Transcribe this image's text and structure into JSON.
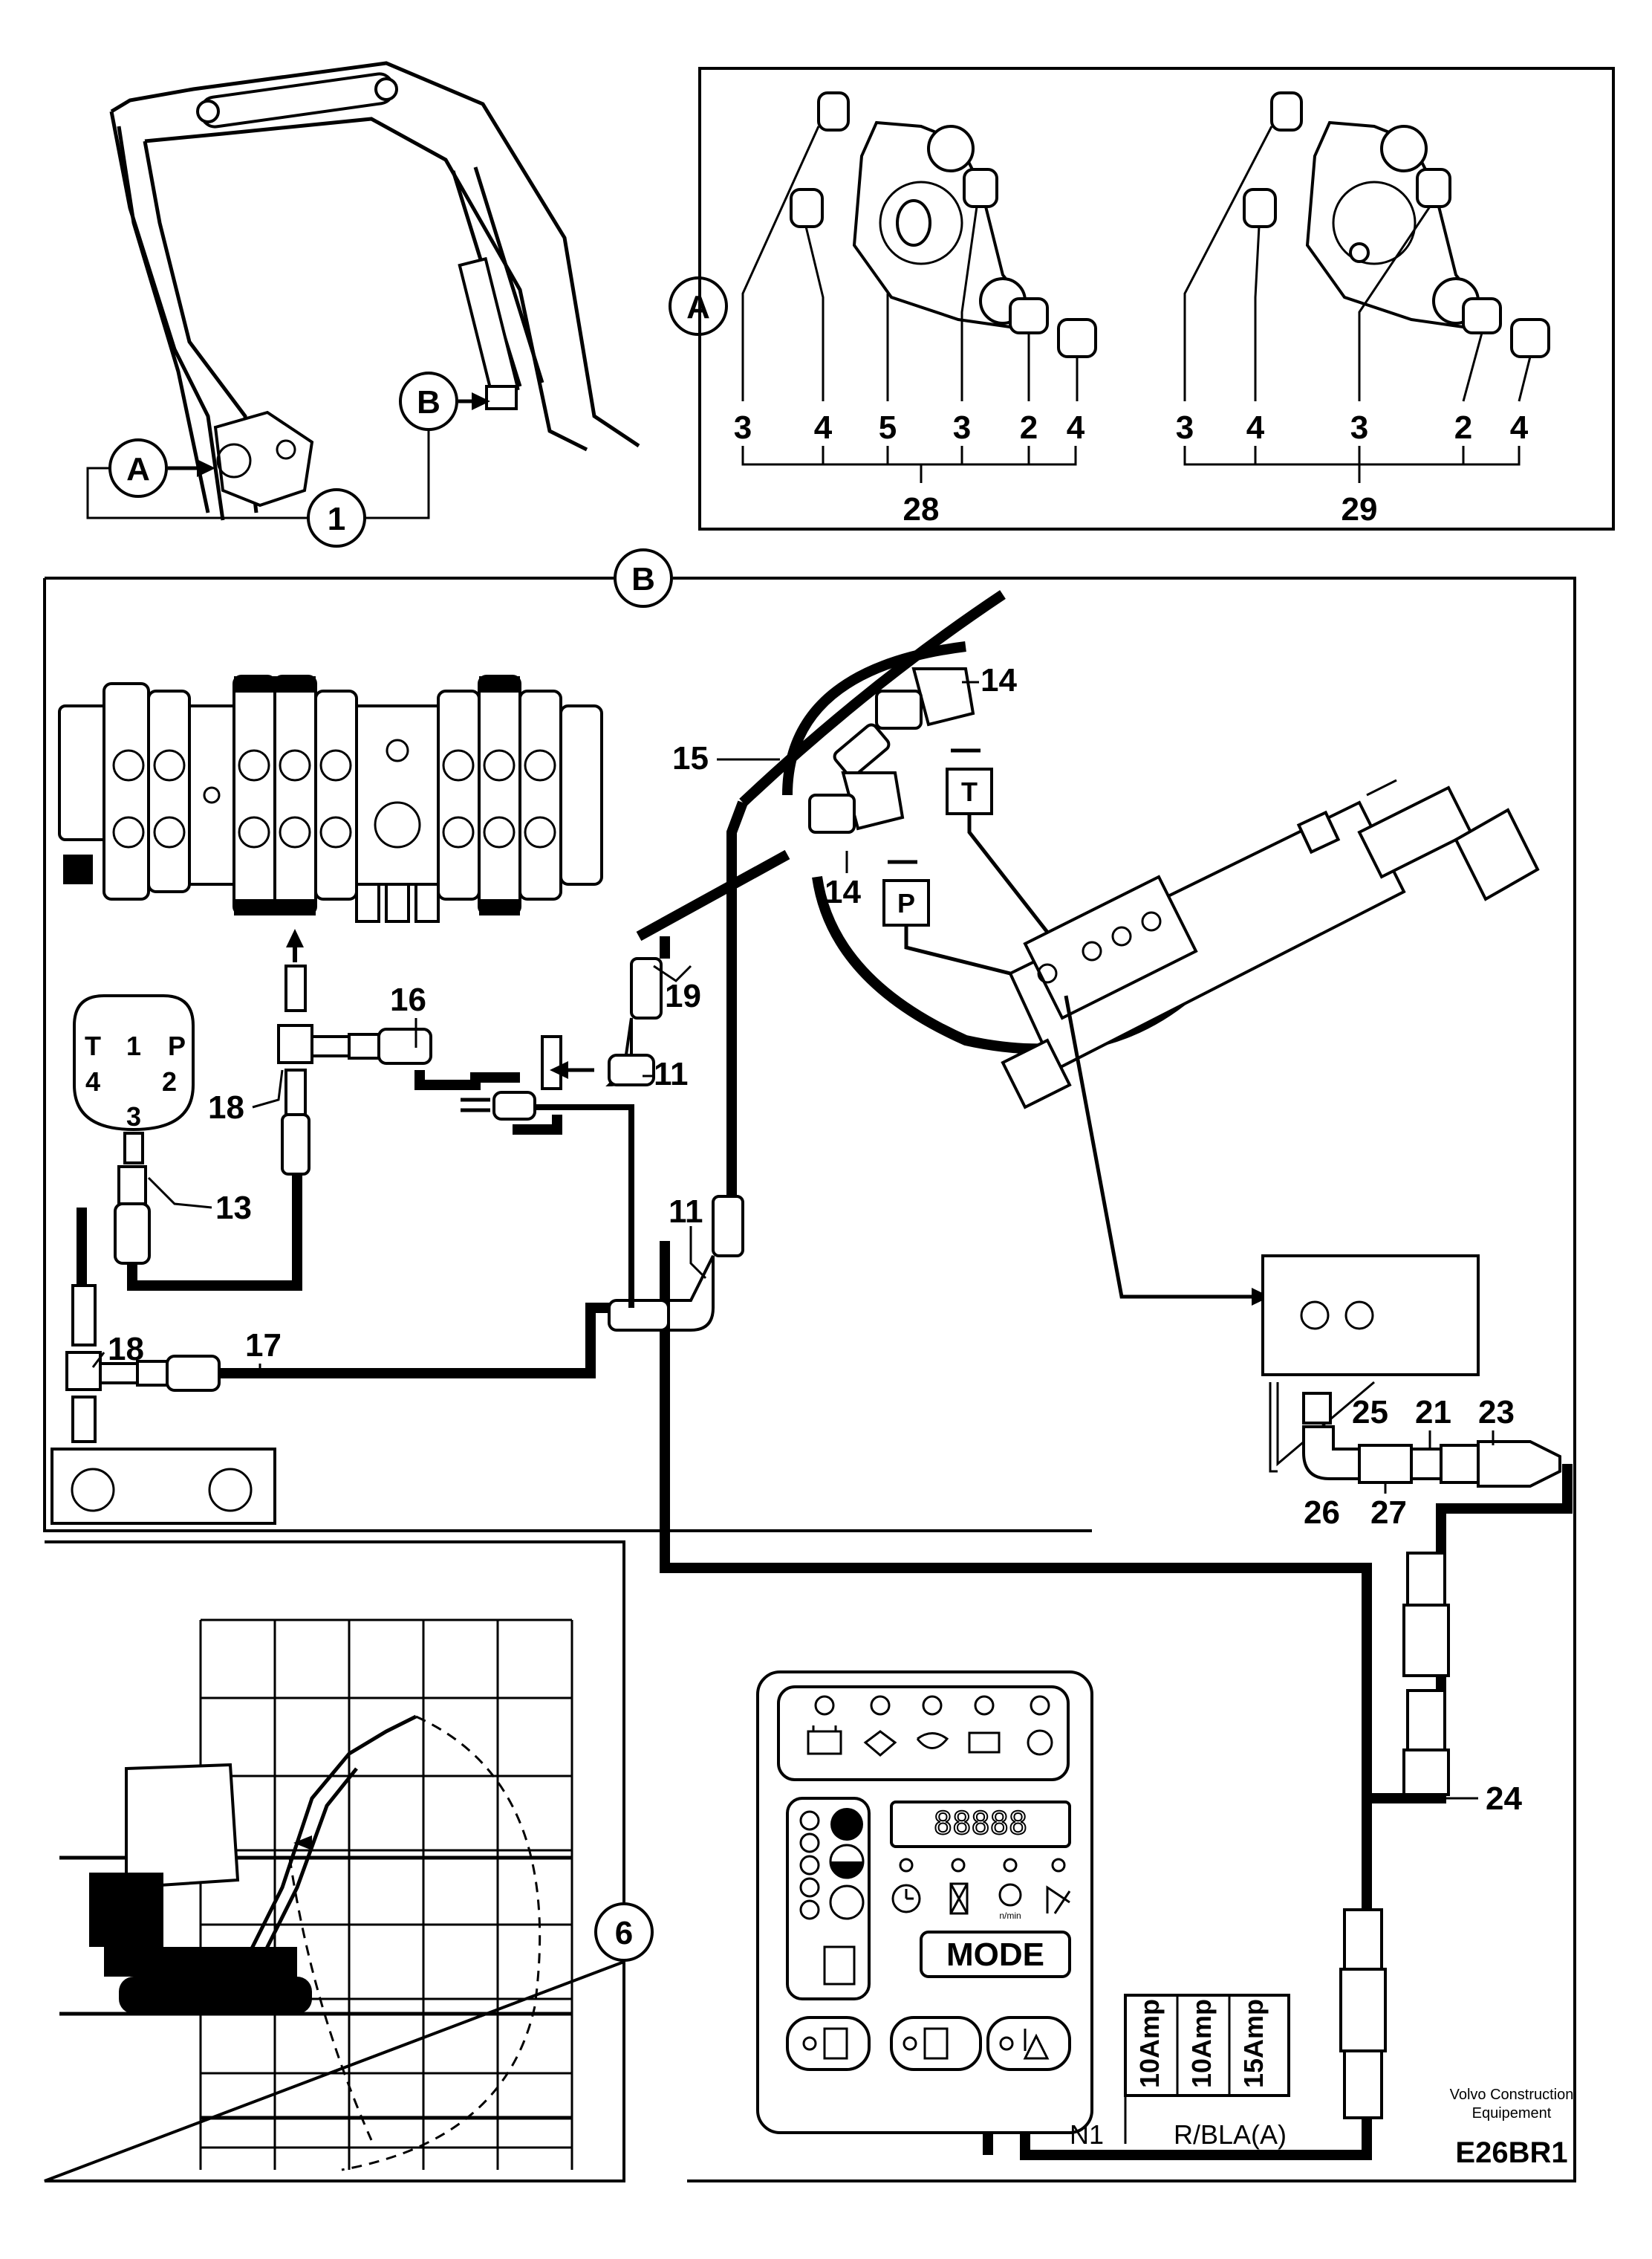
{
  "callouts": {
    "a": "A",
    "b": "B",
    "one": "1",
    "six": "6"
  },
  "panel_a": {
    "kit_28_parts": [
      "3",
      "4",
      "5",
      "3",
      "2",
      "4"
    ],
    "kit_28_total": "28",
    "kit_29_parts": [
      "3",
      "4",
      "3",
      "2",
      "4"
    ],
    "kit_29_total": "29"
  },
  "panel_b": {
    "labels": {
      "n11a": "11",
      "n11b": "11",
      "n13": "13",
      "n14a": "14",
      "n14b": "14",
      "n15": "15",
      "n16": "16",
      "n17": "17",
      "n18a": "18",
      "n18b": "18",
      "n19": "19",
      "n21": "21",
      "n23": "23",
      "n24": "24",
      "n25": "25",
      "n26": "26",
      "n27": "27"
    },
    "port_t": "T",
    "port_p": "P",
    "pump_ports": {
      "t": "T",
      "one": "1",
      "p": "P",
      "four": "4",
      "two": "2",
      "three": "3"
    },
    "mode_label": "MODE",
    "fuses": [
      "10Amp",
      "10Amp",
      "15Amp"
    ],
    "wire_n1": "N1",
    "wire_rbla": "R/BLA(A)",
    "rpm_unit": "n/min"
  },
  "footer": {
    "maker_line1": "Volvo Construction",
    "maker_line2": "Equipement",
    "code": "E26BR1"
  },
  "colors": {
    "ink": "#000000",
    "paper": "#ffffff"
  },
  "icons": [
    "battery-icon",
    "oil-pressure-icon",
    "coolant-temp-icon",
    "engine-icon",
    "water-icon",
    "clock-icon",
    "hourglass-icon",
    "hydraulic-icon",
    "auxiliary-icon"
  ]
}
